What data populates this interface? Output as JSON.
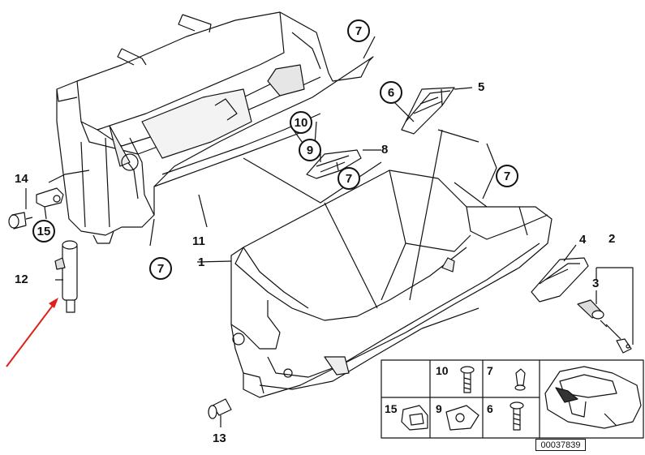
{
  "diagram": {
    "callouts": {
      "c1": "1",
      "c2": "2",
      "c3": "3",
      "c4": "4",
      "c5": "5",
      "c8": "8",
      "c11": "11",
      "c12": "12",
      "c13": "13",
      "c14": "14"
    },
    "circled": {
      "c6": "6",
      "c7a": "7",
      "c7b": "7",
      "c7c": "7",
      "c7d": "7",
      "c9": "9",
      "c10": "10",
      "c15": "15"
    },
    "inset": {
      "n10": "10",
      "n7": "7",
      "n15": "15",
      "n9": "9",
      "n6": "6"
    },
    "diagram_code": "00037839",
    "colors": {
      "line": "#111111",
      "arrow": "#e0201b",
      "fill": "#ffffff",
      "shade": "#d9d9d9"
    }
  }
}
